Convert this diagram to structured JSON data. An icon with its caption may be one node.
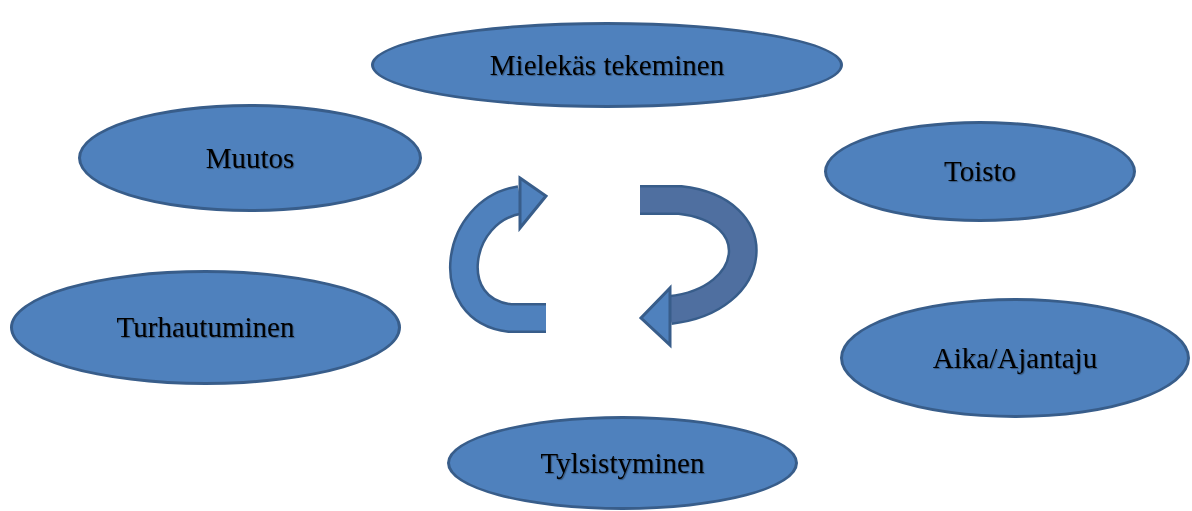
{
  "diagram": {
    "nodes": [
      {
        "text": [
          "Mielekäs tekeminen"
        ]
      },
      {
        "text": [
          "Muutos"
        ]
      },
      {
        "text": [
          "Toisto"
        ]
      },
      {
        "text": [
          "Turhautuminen"
        ]
      },
      {
        "text": [
          "Aika/Ajantaju"
        ]
      },
      {
        "text": [
          "Tylsistyminen"
        ]
      }
    ]
  }
}
